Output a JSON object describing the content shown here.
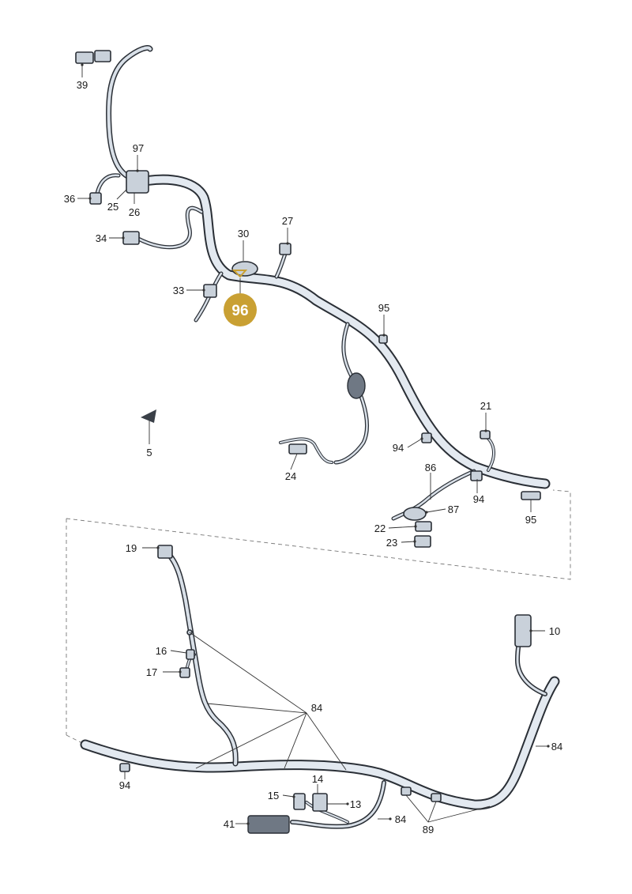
{
  "labels": {
    "l39": "39",
    "l97": "97",
    "l36": "36",
    "l25": "25",
    "l26": "26",
    "l34": "34",
    "l30": "30",
    "l27": "27",
    "l33": "33",
    "l95a": "95",
    "l5": "5",
    "l21": "21",
    "l24": "24",
    "l94a": "94",
    "l86": "86",
    "l94b": "94",
    "l87": "87",
    "l22": "22",
    "l23": "23",
    "l95b": "95",
    "l19": "19",
    "l10": "10",
    "l16": "16",
    "l17": "17",
    "l84a": "84",
    "l84b": "84",
    "l94c": "94",
    "l14": "14",
    "l15": "15",
    "l13": "13",
    "l41": "41",
    "l84c": "84",
    "l89": "89"
  },
  "highlight": {
    "part": "96",
    "color": "#c9a033"
  },
  "colors": {
    "harness_outline": "#2a2f36",
    "harness_fill": "#e3e9f0",
    "connector": "#c9d1da"
  }
}
